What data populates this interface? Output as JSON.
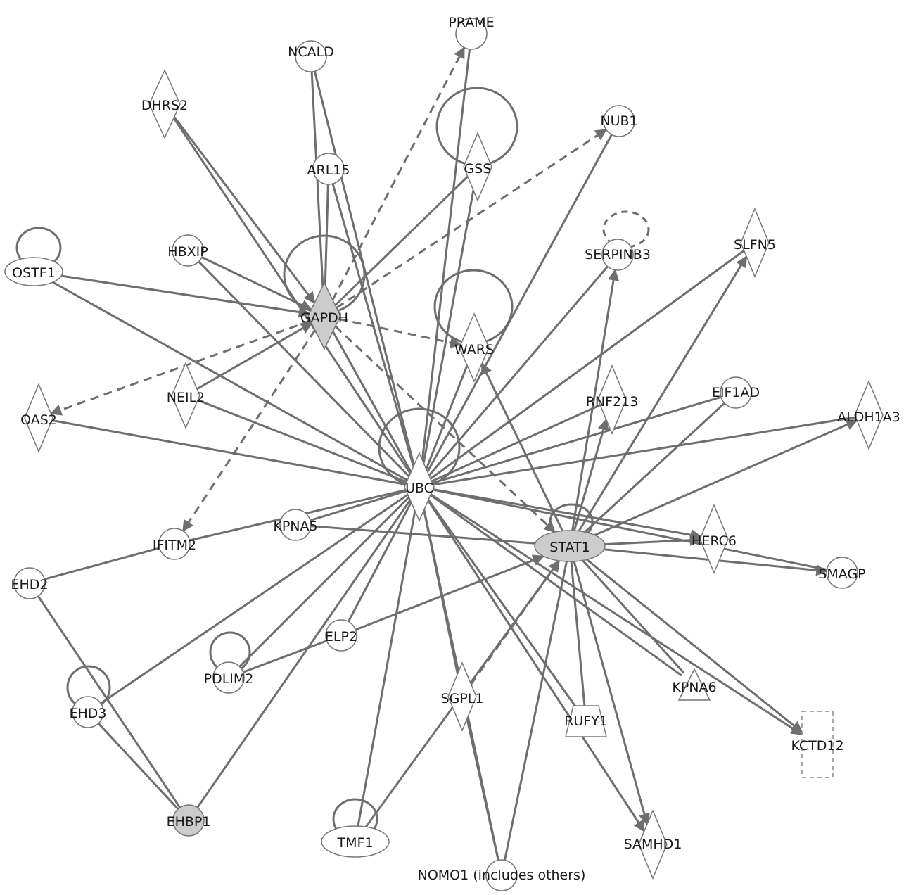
{
  "colors": {
    "edge": "#6e6e6e",
    "node_stroke": "#777777",
    "node_fill": "#ffffff",
    "highlight_fill": "#cccccc",
    "text": "#1a1a1a"
  },
  "nodes": [
    {
      "id": "PRAME",
      "label": "PRAME",
      "shape": "circle"
    },
    {
      "id": "NCALD",
      "label": "NCALD",
      "shape": "circle"
    },
    {
      "id": "DHRS2",
      "label": "DHRS2",
      "shape": "diamond"
    },
    {
      "id": "NUB1",
      "label": "NUB1",
      "shape": "circle"
    },
    {
      "id": "ARL15",
      "label": "ARL15",
      "shape": "circle"
    },
    {
      "id": "GSS",
      "label": "GSS",
      "shape": "diamond"
    },
    {
      "id": "SERPINB3",
      "label": "SERPINB3",
      "shape": "circle"
    },
    {
      "id": "SLFN5",
      "label": "SLFN5",
      "shape": "diamond"
    },
    {
      "id": "OSTF1",
      "label": "OSTF1",
      "shape": "ellipse"
    },
    {
      "id": "HBXIP",
      "label": "HBXIP",
      "shape": "circle"
    },
    {
      "id": "GAPDH",
      "label": "GAPDH",
      "shape": "diamond",
      "highlighted": true
    },
    {
      "id": "WARS",
      "label": "WARS",
      "shape": "diamond"
    },
    {
      "id": "NEIL2",
      "label": "NEIL2",
      "shape": "diamond"
    },
    {
      "id": "RNF213",
      "label": "RNF213",
      "shape": "diamond"
    },
    {
      "id": "EIF1AD",
      "label": "EIF1AD",
      "shape": "circle"
    },
    {
      "id": "OAS2",
      "label": "OAS2",
      "shape": "diamond"
    },
    {
      "id": "ALDH1A3",
      "label": "ALDH1A3",
      "shape": "diamond"
    },
    {
      "id": "UBC",
      "label": "UBC",
      "shape": "diamond"
    },
    {
      "id": "KPNA5",
      "label": "KPNA5",
      "shape": "circle"
    },
    {
      "id": "IFITM2",
      "label": "IFITM2",
      "shape": "circle"
    },
    {
      "id": "STAT1",
      "label": "STAT1",
      "shape": "ellipse",
      "highlighted": true
    },
    {
      "id": "HERC6",
      "label": "HERC6",
      "shape": "diamond"
    },
    {
      "id": "EHD2",
      "label": "EHD2",
      "shape": "circle"
    },
    {
      "id": "SMAGP",
      "label": "SMAGP",
      "shape": "circle"
    },
    {
      "id": "ELP2",
      "label": "ELP2",
      "shape": "circle"
    },
    {
      "id": "PDLIM2",
      "label": "PDLIM2",
      "shape": "circle"
    },
    {
      "id": "SGPL1",
      "label": "SGPL1",
      "shape": "diamond"
    },
    {
      "id": "KPNA6",
      "label": "KPNA6",
      "shape": "triangle"
    },
    {
      "id": "EHD3",
      "label": "EHD3",
      "shape": "circle"
    },
    {
      "id": "RUFY1",
      "label": "RUFY1",
      "shape": "trapezoid"
    },
    {
      "id": "KCTD12",
      "label": "KCTD12",
      "shape": "dashed-rect"
    },
    {
      "id": "EHBP1",
      "label": "EHBP1",
      "shape": "circle",
      "highlighted": true
    },
    {
      "id": "TMF1",
      "label": "TMF1",
      "shape": "ellipse"
    },
    {
      "id": "SAMHD1",
      "label": "SAMHD1",
      "shape": "diamond"
    },
    {
      "id": "NOMO1",
      "label": "NOMO1 (includes others)",
      "shape": "circle"
    }
  ],
  "edges": [
    {
      "from": "UBC",
      "to": "NCALD",
      "style": "solid"
    },
    {
      "from": "UBC",
      "to": "ARL15",
      "style": "solid"
    },
    {
      "from": "UBC",
      "to": "GSS",
      "style": "solid"
    },
    {
      "from": "UBC",
      "to": "PRAME",
      "style": "solid"
    },
    {
      "from": "UBC",
      "to": "NUB1",
      "style": "solid"
    },
    {
      "from": "UBC",
      "to": "SERPINB3",
      "style": "solid"
    },
    {
      "from": "UBC",
      "to": "SLFN5",
      "style": "solid"
    },
    {
      "from": "UBC",
      "to": "OSTF1",
      "style": "solid"
    },
    {
      "from": "UBC",
      "to": "HBXIP",
      "style": "solid"
    },
    {
      "from": "UBC",
      "to": "DHRS2",
      "style": "solid"
    },
    {
      "from": "UBC",
      "to": "GAPDH",
      "style": "solid"
    },
    {
      "from": "UBC",
      "to": "WARS",
      "style": "solid"
    },
    {
      "from": "UBC",
      "to": "NEIL2",
      "style": "solid"
    },
    {
      "from": "UBC",
      "to": "OAS2",
      "style": "solid"
    },
    {
      "from": "UBC",
      "to": "RNF213",
      "style": "solid"
    },
    {
      "from": "UBC",
      "to": "EIF1AD",
      "style": "solid"
    },
    {
      "from": "UBC",
      "to": "ALDH1A3",
      "style": "solid"
    },
    {
      "from": "UBC",
      "to": "KPNA5",
      "style": "solid"
    },
    {
      "from": "UBC",
      "to": "IFITM2",
      "style": "solid"
    },
    {
      "from": "UBC",
      "to": "HERC6",
      "style": "solid",
      "arrow": true
    },
    {
      "from": "UBC",
      "to": "SMAGP",
      "style": "solid"
    },
    {
      "from": "UBC",
      "to": "ELP2",
      "style": "solid"
    },
    {
      "from": "UBC",
      "to": "PDLIM2",
      "style": "solid"
    },
    {
      "from": "UBC",
      "to": "SGPL1",
      "style": "solid"
    },
    {
      "from": "UBC",
      "to": "KPNA6",
      "style": "solid"
    },
    {
      "from": "UBC",
      "to": "EHD3",
      "style": "solid"
    },
    {
      "from": "UBC",
      "to": "RUFY1",
      "style": "solid"
    },
    {
      "from": "UBC",
      "to": "KCTD12",
      "style": "solid",
      "arrow": true
    },
    {
      "from": "UBC",
      "to": "EHBP1",
      "style": "solid"
    },
    {
      "from": "UBC",
      "to": "TMF1",
      "style": "solid"
    },
    {
      "from": "UBC",
      "to": "NOMO1",
      "style": "solid"
    },
    {
      "from": "UBC",
      "to": "SAMHD1",
      "style": "solid",
      "arrow": true
    },
    {
      "from": "GAPDH",
      "to": "PRAME",
      "style": "dashed",
      "arrow": true
    },
    {
      "from": "GAPDH",
      "to": "NUB1",
      "style": "dashed",
      "arrow": true
    },
    {
      "from": "GAPDH",
      "to": "WARS",
      "style": "dashed",
      "arrow": true
    },
    {
      "from": "GAPDH",
      "to": "OAS2",
      "style": "dashed",
      "arrow": true
    },
    {
      "from": "GAPDH",
      "to": "IFITM2",
      "style": "dashed",
      "arrow": true
    },
    {
      "from": "GAPDH",
      "to": "STAT1",
      "style": "dashed",
      "arrow": true
    },
    {
      "from": "NCALD",
      "to": "GAPDH",
      "style": "solid"
    },
    {
      "from": "ARL15",
      "to": "GAPDH",
      "style": "solid"
    },
    {
      "from": "DHRS2",
      "to": "GAPDH",
      "style": "solid",
      "arrow": true
    },
    {
      "from": "HBXIP",
      "to": "GAPDH",
      "style": "solid",
      "arrow": true
    },
    {
      "from": "OSTF1",
      "to": "GAPDH",
      "style": "solid",
      "arrow": true
    },
    {
      "from": "GSS",
      "to": "GAPDH",
      "style": "solid"
    },
    {
      "from": "NEIL2",
      "to": "GAPDH",
      "style": "solid",
      "arrow": true
    },
    {
      "from": "STAT1",
      "to": "SERPINB3",
      "style": "solid",
      "arrow": true
    },
    {
      "from": "STAT1",
      "to": "SLFN5",
      "style": "solid",
      "arrow": true
    },
    {
      "from": "STAT1",
      "to": "WARS",
      "style": "solid",
      "arrow": true
    },
    {
      "from": "STAT1",
      "to": "RNF213",
      "style": "solid",
      "arrow": true
    },
    {
      "from": "STAT1",
      "to": "EIF1AD",
      "style": "solid"
    },
    {
      "from": "STAT1",
      "to": "ALDH1A3",
      "style": "solid",
      "arrow": true
    },
    {
      "from": "STAT1",
      "to": "HERC6",
      "style": "solid",
      "arrow": true
    },
    {
      "from": "STAT1",
      "to": "SMAGP",
      "style": "solid",
      "arrow": true
    },
    {
      "from": "STAT1",
      "to": "KPNA5",
      "style": "solid"
    },
    {
      "from": "STAT1",
      "to": "KCTD12",
      "style": "solid",
      "arrow": true
    },
    {
      "from": "STAT1",
      "to": "SAMHD1",
      "style": "solid",
      "arrow": true
    },
    {
      "from": "STAT1",
      "to": "RUFY1",
      "style": "solid"
    },
    {
      "from": "STAT1",
      "to": "KPNA6",
      "style": "solid"
    },
    {
      "from": "STAT1",
      "to": "NOMO1",
      "style": "solid"
    },
    {
      "from": "ELP2",
      "to": "STAT1",
      "style": "solid",
      "arrow": true
    },
    {
      "from": "SGPL1",
      "to": "STAT1",
      "style": "dashed",
      "arrow": true
    },
    {
      "from": "TMF1",
      "to": "STAT1",
      "style": "solid"
    },
    {
      "from": "EHD2",
      "to": "IFITM2",
      "style": "solid"
    },
    {
      "from": "EHD2",
      "to": "EHBP1",
      "style": "solid"
    },
    {
      "from": "EHD3",
      "to": "EHBP1",
      "style": "solid"
    },
    {
      "from": "PDLIM2",
      "to": "ELP2",
      "style": "solid"
    },
    {
      "from": "NOMO1",
      "to": "SGPL1",
      "style": "solid"
    }
  ],
  "self_loops": [
    {
      "node": "OSTF1",
      "style": "solid"
    },
    {
      "node": "GAPDH",
      "style": "solid"
    },
    {
      "node": "GSS",
      "style": "solid"
    },
    {
      "node": "WARS",
      "style": "solid"
    },
    {
      "node": "SERPINB3",
      "style": "dashed"
    },
    {
      "node": "UBC",
      "style": "solid"
    },
    {
      "node": "STAT1",
      "style": "solid"
    },
    {
      "node": "PDLIM2",
      "style": "solid"
    },
    {
      "node": "EHD3",
      "style": "solid"
    },
    {
      "node": "TMF1",
      "style": "solid"
    }
  ]
}
